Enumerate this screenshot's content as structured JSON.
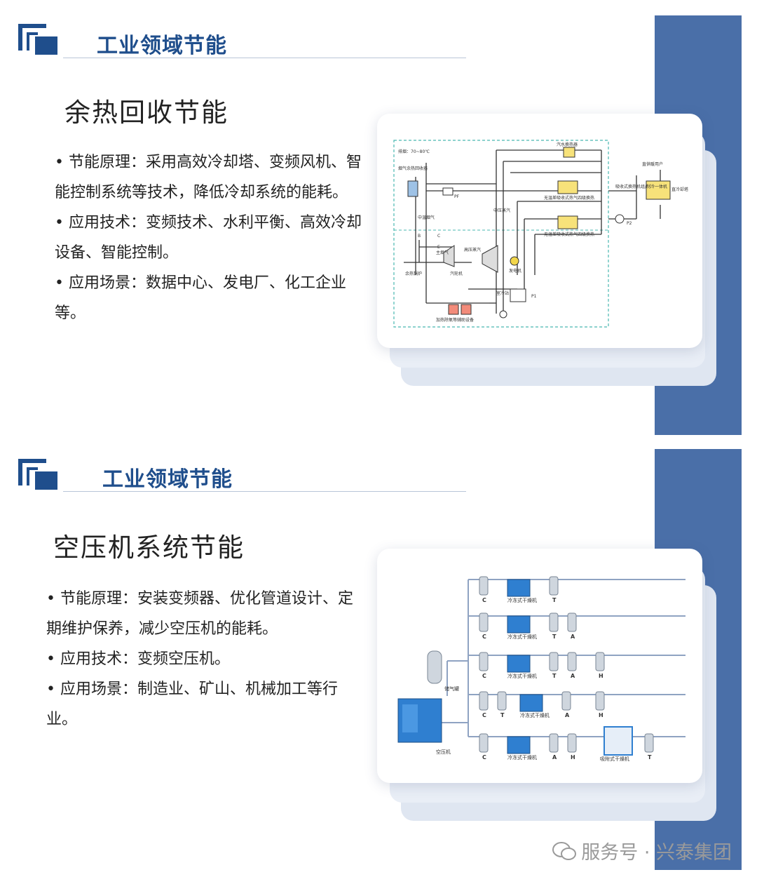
{
  "slides": [
    {
      "header": "工业领域节能",
      "title": "余热回收节能",
      "bullets": [
        "• 节能原理：采用高效冷却塔、变频风机、智能控制系统等技术，降低冷却系统的能耗。",
        "• 应用技术：变频技术、水利平衡、高效冷却设备、智能控制。",
        "• 应用场景：数据中心、发电厂、化工企业等。"
      ],
      "diagram": {
        "exhaust": "排烟：70~80℃",
        "flue_recovery": "烟气余热回收器",
        "mid_flue": "中温烟气",
        "mid_steam": "中压蒸汽",
        "steam_converter": "汽水换热器",
        "absorb_hx_1": "无温差吸收式热气四级换热",
        "absorb_hx_2": "无温差吸收式热气四级换热",
        "residual_user": "直供暖用户",
        "absorb_unit": "吸收式换热机组/制冷一体机",
        "cooling_tower": "直冷却塔",
        "turbine": "汽轮机",
        "boiler": "余热锅炉",
        "generator": "发电机",
        "high_steam": "高压蒸汽",
        "low_steam": "主烟气",
        "pump_p1": "P1",
        "pump_p2": "P2",
        "pump_pf": "PF",
        "cooling_room": "室冷站",
        "heating_device": "加热除氧等辅助设备",
        "label_b": "B",
        "label_c": "C",
        "label_e": "E"
      }
    },
    {
      "header": "工业领域节能",
      "title": "空压机系统节能",
      "bullets": [
        "• 节能原理：安装变频器、优化管道设计、定期维护保养，减少空压机的能耗。",
        "• 应用技术：变频空压机。",
        "• 应用场景：制造业、矿山、机械加工等行业。"
      ],
      "diagram": {
        "tank": "储气罐",
        "compressor": "空压机",
        "dryer": "冷冻式干燥机",
        "adsorption": "吸附式干燥机",
        "rows": [
          [
            "C",
            "T"
          ],
          [
            "C",
            "T",
            "A"
          ],
          [
            "C",
            "T",
            "A",
            "H"
          ],
          [
            "C",
            "T",
            "A",
            "H"
          ],
          [
            "C",
            "A",
            "H",
            "T"
          ]
        ]
      }
    }
  ],
  "watermark": "服务号 · 兴泰集团",
  "colors": {
    "brand_blue": "#1f4e8c",
    "side_bar": "#4a6fa8",
    "pipe": "#8fa3c2"
  }
}
